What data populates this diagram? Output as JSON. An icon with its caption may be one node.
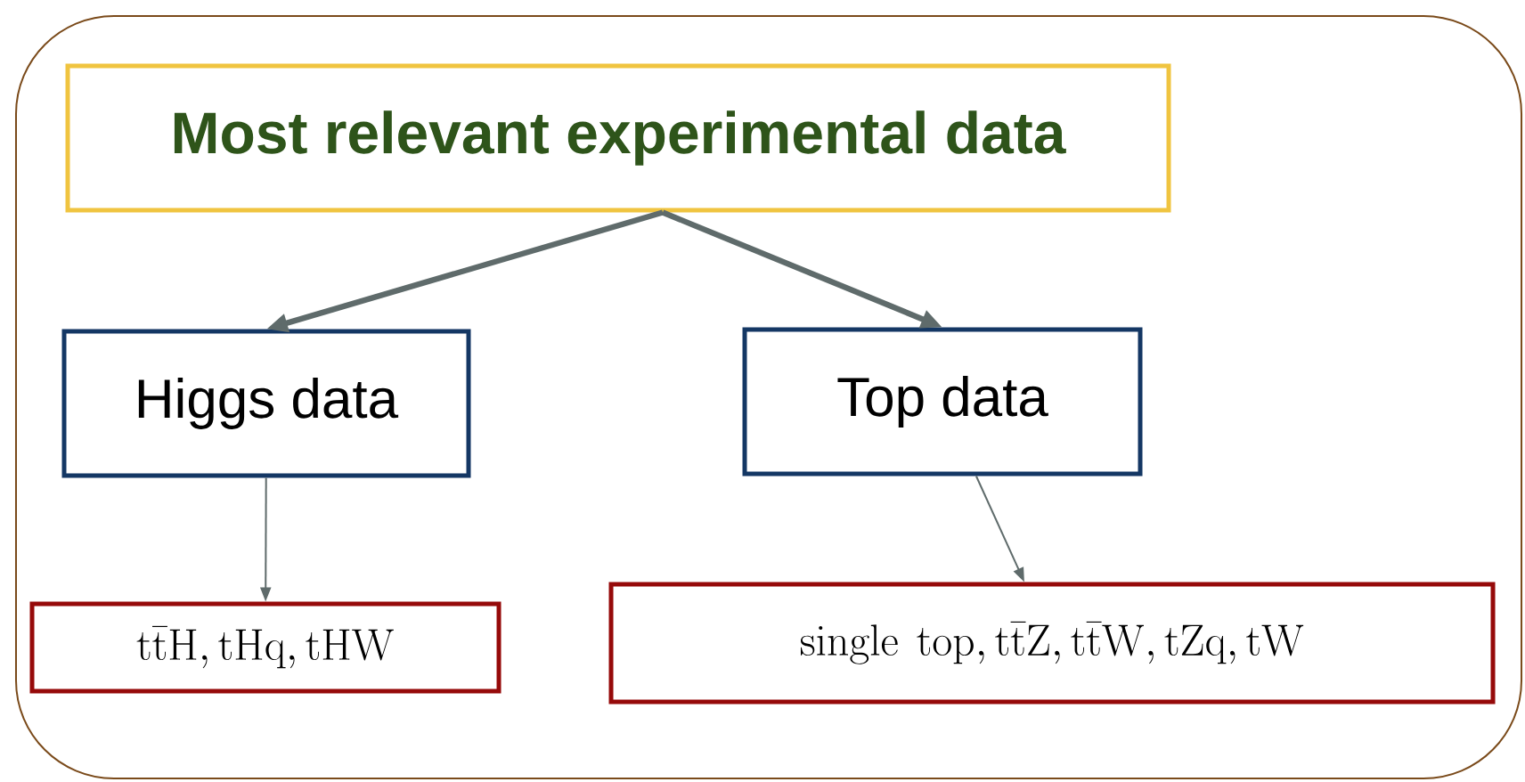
{
  "diagram": {
    "nodes": [
      {
        "text": [
          "Most relevant experimental data"
        ]
      },
      {
        "text": [
          "Higgs data"
        ]
      },
      {
        "text": [
          "Top data"
        ]
      },
      {
        "text": [
          "\\mathrm{t\\bar{t}H, tHq, tHW}"
        ]
      },
      {
        "text": [
          "\\mathrm{single\\ top, t\\bar{t}Z, t\\bar{t}W, tZq, tW}"
        ]
      }
    ],
    "edges": [
      {
        "from": 0,
        "to": 1,
        "arrow": "to",
        "style": "thick"
      },
      {
        "from": 0,
        "to": 2,
        "arrow": "to",
        "style": "thick"
      },
      {
        "from": 1,
        "to": 3,
        "arrow": "to"
      },
      {
        "from": 2,
        "to": 4,
        "arrow": "to"
      }
    ]
  }
}
